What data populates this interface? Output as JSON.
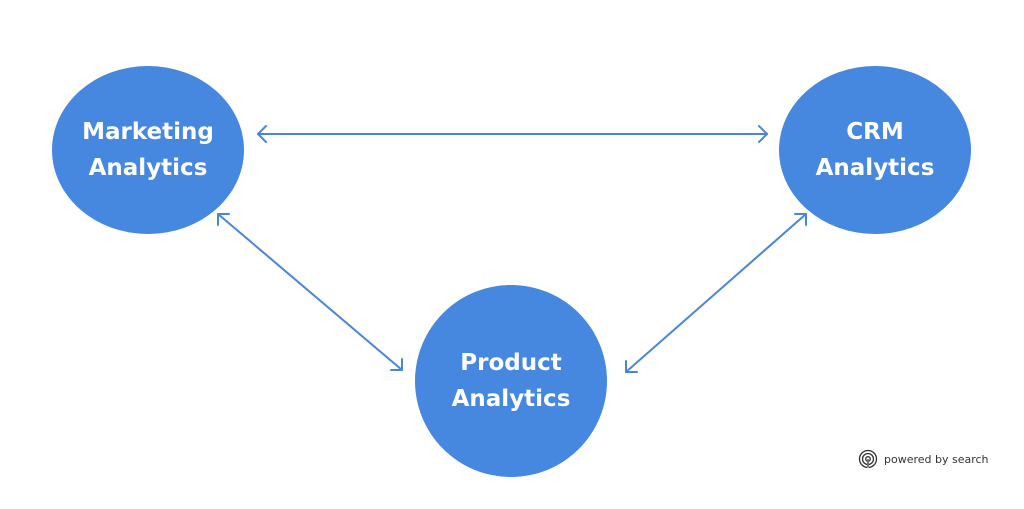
{
  "colors": {
    "node_fill": "#4687e0",
    "edge_stroke": "#4a86d8",
    "node_text": "#ffffff"
  },
  "nodes": {
    "marketing": {
      "line1": "Marketing",
      "line2": "Analytics"
    },
    "crm": {
      "line1": "CRM",
      "line2": "Analytics"
    },
    "product": {
      "line1": "Product",
      "line2": "Analytics"
    }
  },
  "edges": [
    {
      "from": "marketing",
      "to": "crm",
      "style": "double-arrow"
    },
    {
      "from": "marketing",
      "to": "product",
      "style": "double-arrow"
    },
    {
      "from": "crm",
      "to": "product",
      "style": "double-arrow"
    }
  ],
  "brand": {
    "icon": "powered-by-search-logo-icon",
    "text": "powered by search"
  }
}
